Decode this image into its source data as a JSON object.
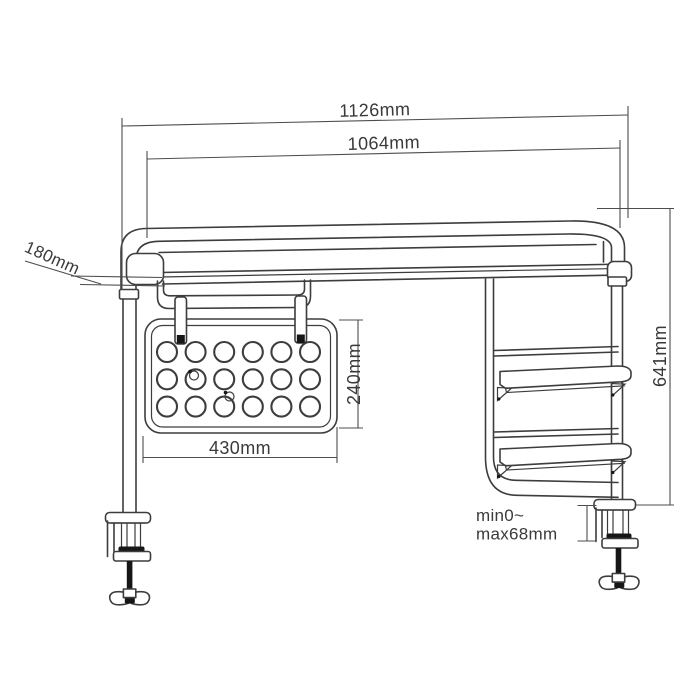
{
  "diagram": {
    "type": "technical-dimension-drawing",
    "product": "clamp-on desk riser shelf with hanging pegboard, two side shelves and C-clamps",
    "labels": {
      "overall_width": "1126mm",
      "shelf_width": "1064mm",
      "shelf_depth": "180mm",
      "pegboard_width": "430mm",
      "pegboard_height": "240mm",
      "overall_height": "641mm",
      "clamp_min": "min0~",
      "clamp_max": "max68mm"
    },
    "pegboard": {
      "hole_rows": 3,
      "hole_cols": 6
    },
    "colors": {
      "line": "#3d3d3d",
      "dimension_line": "#4d4d4d",
      "background": "#ffffff",
      "accent_black": "#161616"
    }
  }
}
